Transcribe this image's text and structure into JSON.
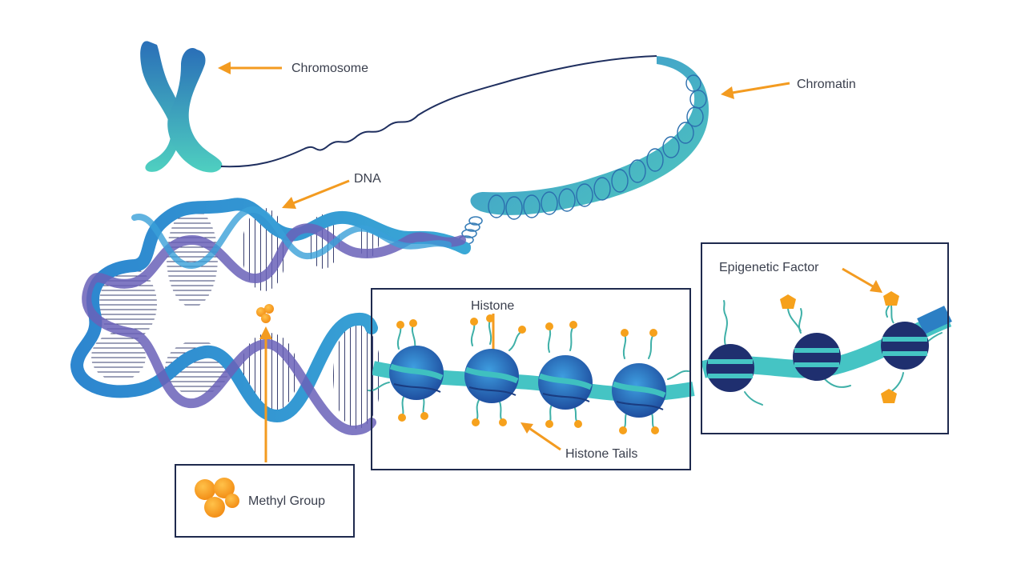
{
  "labels": {
    "chromosome": "Chromosome",
    "chromatin": "Chromatin",
    "dna": "DNA",
    "histone": "Histone",
    "histone_tails": "Histone Tails",
    "epigenetic_factor": "Epigenetic Factor",
    "methyl_group": "Methyl Group"
  },
  "colors": {
    "dark_blue": "#1f2f6f",
    "mid_blue": "#2c7fc4",
    "teal": "#3fbfbf",
    "light_teal": "#8ee0d8",
    "purple": "#6a62b8",
    "orange": "#f6a11c",
    "frame": "#1f2a4e"
  }
}
